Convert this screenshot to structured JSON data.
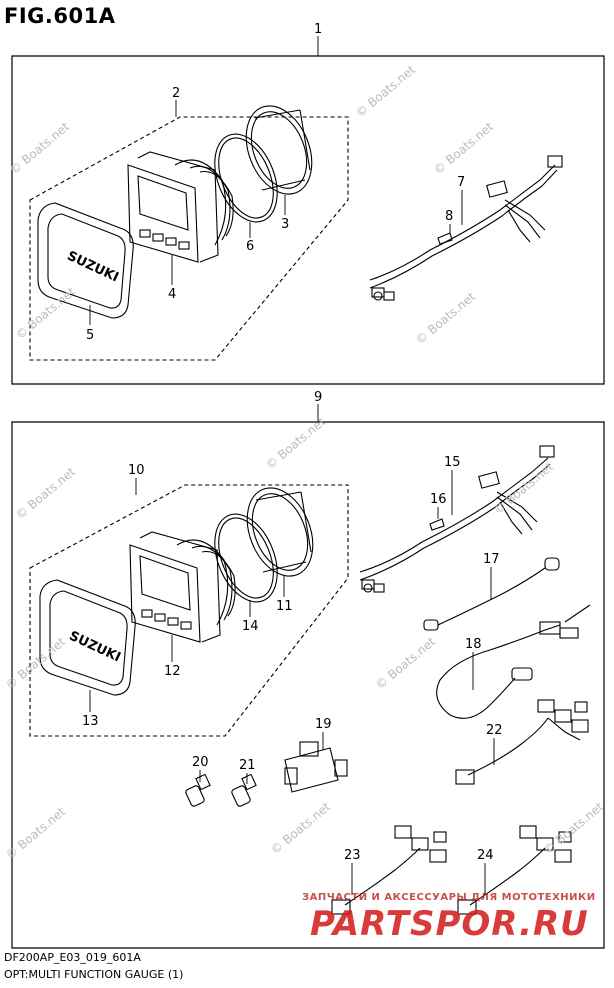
{
  "figure": {
    "title": "FIG.601A"
  },
  "callouts": [
    "1",
    "2",
    "3",
    "4",
    "5",
    "6",
    "7",
    "8",
    "9",
    "10",
    "11",
    "12",
    "13",
    "14",
    "15",
    "16",
    "17",
    "18",
    "19",
    "20",
    "21",
    "22",
    "23",
    "24"
  ],
  "product_label": "SUZUKI",
  "watermark": "© Boats.net",
  "brand": {
    "tagline": "ЗАПЧАСТИ И АКСЕССУАРЫ ДЛЯ МОТОТЕХНИКИ",
    "logo": "PARTSPOR.RU"
  },
  "footer": {
    "code": "DF200AP_E03_019_601A",
    "description": "OPT:MULTI FUNCTION GAUGE (1)"
  }
}
